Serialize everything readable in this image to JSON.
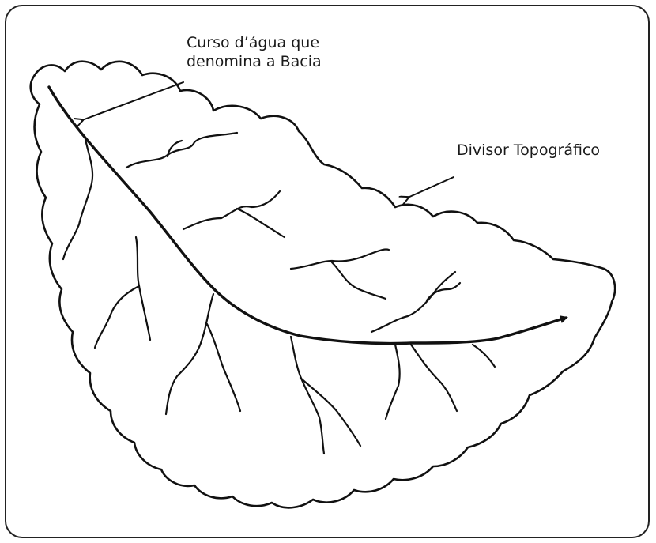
{
  "labels": {
    "main_stream_line1": "Curso d’água que",
    "main_stream_line2": "denomina a Bacia",
    "divide": "Divisor Topográfico"
  },
  "colors": {
    "stroke": "#111111",
    "background": "#ffffff"
  }
}
